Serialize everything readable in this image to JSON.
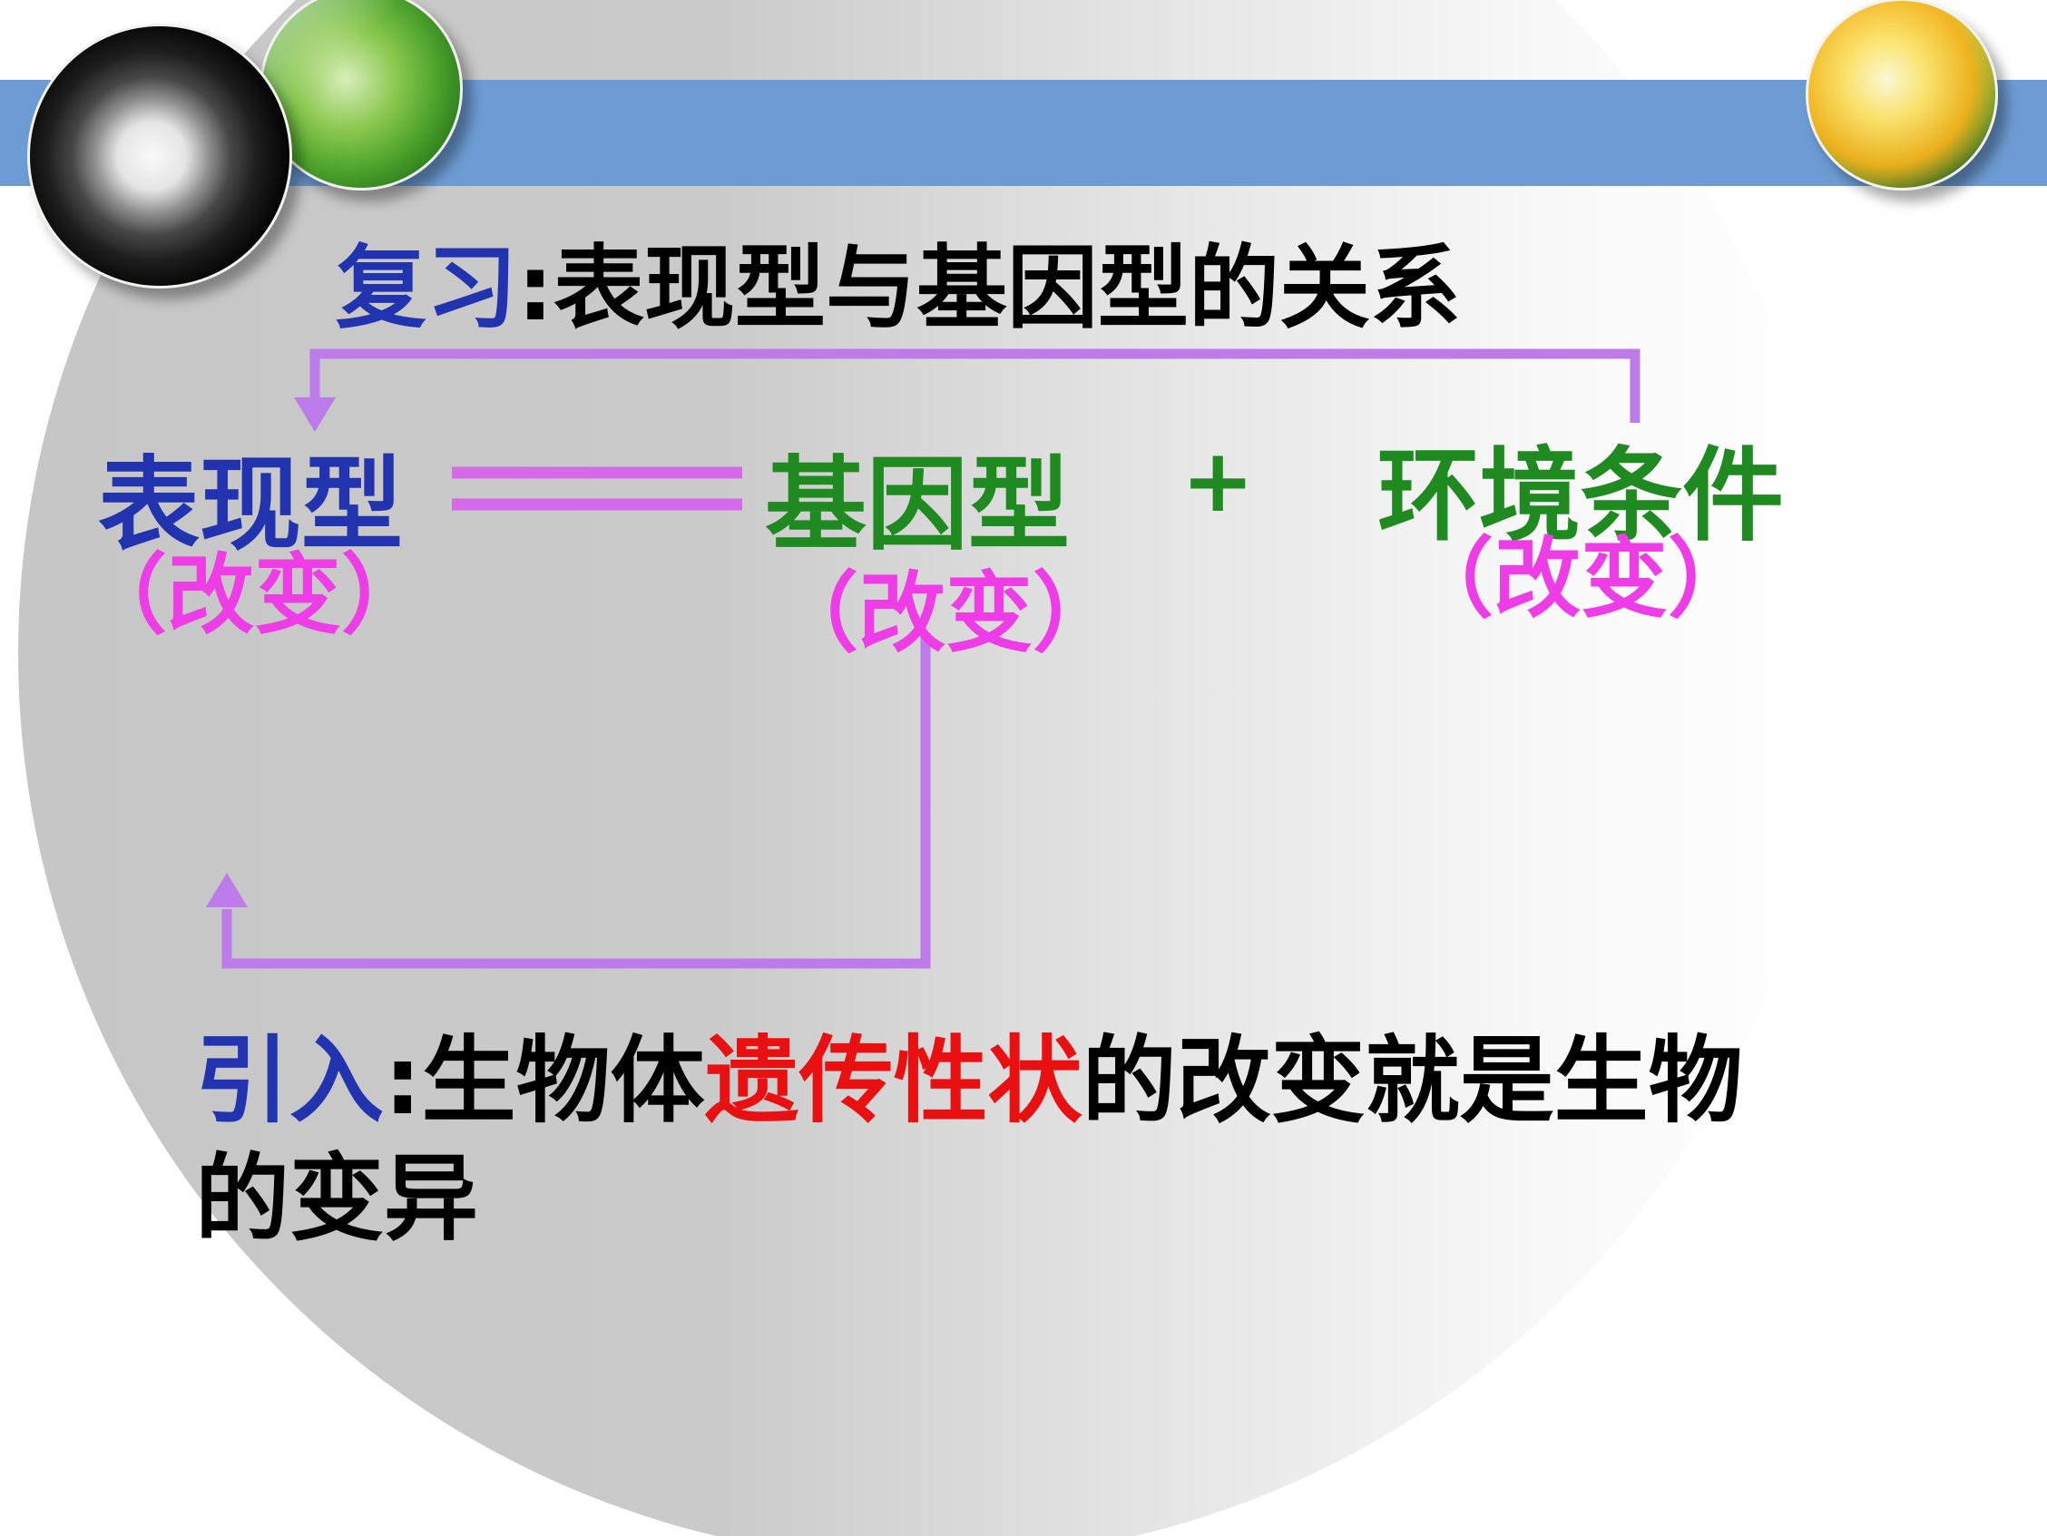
{
  "slide": {
    "review_title": {
      "label": "复习",
      "separator": ":",
      "text": "表现型与基因型的关系"
    },
    "diagram": {
      "phenotype": {
        "label": "表现型",
        "change": "（改变）"
      },
      "genotype": {
        "label": "基因型",
        "change": "（改变）"
      },
      "plus": "+",
      "environment": {
        "label": "环境条件",
        "change": "（改变）"
      }
    },
    "intro": {
      "label": "引入",
      "separator": ":",
      "pre": "生物体",
      "highlight": "遗传性状",
      "post": "的改变就是生物的变异"
    },
    "images": {
      "dandelion": "dandelion-photo",
      "leaf": "green-leaf-photo",
      "flower": "yellow-flower-photo"
    },
    "colors": {
      "bar": "#6d9cd4",
      "blue": "#2233b0",
      "green": "#1f8a1f",
      "magenta": "#ee3ce6",
      "violet": "#bd7bea",
      "double_line": "#d46ae8",
      "red": "#e81010",
      "black": "#000000",
      "circle_gray": "#c6c6c6"
    }
  }
}
